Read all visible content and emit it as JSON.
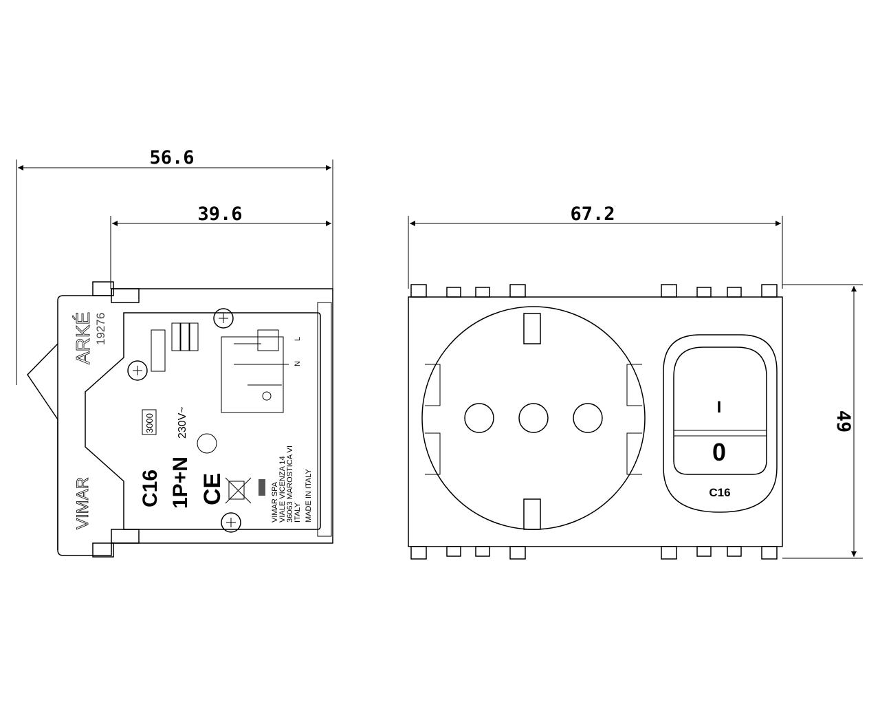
{
  "dimensions": {
    "overall_depth": "56.6",
    "body_depth": "39.6",
    "width": "67.2",
    "height": "49"
  },
  "side_view": {
    "brand_series": "ARKÉ",
    "code": "19276",
    "brand": "VIMAR",
    "rating_box": "3000",
    "voltage": "230V~",
    "breaker": "C16",
    "poles": "1P+N",
    "ce_mark": "CE",
    "terminal_l": "L",
    "terminal_n": "N",
    "address": [
      "VIMAR SPA",
      "VIALE VICENZA 14",
      "36063 MAROSTICA VI",
      "ITALY",
      "MADE IN ITALY"
    ]
  },
  "front_view": {
    "switch_on": "I",
    "switch_off": "0",
    "switch_rating": "C16"
  }
}
